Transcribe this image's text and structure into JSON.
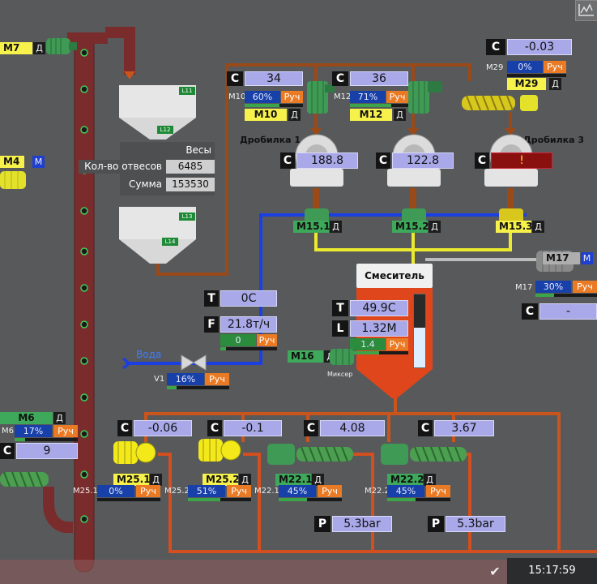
{
  "scale": {
    "label": "Весы",
    "weights_count_label": "Кол-во отвесов",
    "weights_count": "6485",
    "sum_label": "Сумма",
    "sum": "153530",
    "level_tags": [
      "L11",
      "L12",
      "L13",
      "L14"
    ]
  },
  "motors": {
    "m7": {
      "name": "M7",
      "mode": "Д"
    },
    "m4": {
      "name": "M4",
      "mode": "М"
    },
    "m6": {
      "name": "M6",
      "mode": "Д",
      "short": "M6",
      "pct": "17%",
      "manual": "Руч"
    },
    "m10": {
      "name": "M10",
      "mode": "Д",
      "short": "M10",
      "pct": "60%",
      "manual": "Руч",
      "c_label": "C",
      "c_value": "34"
    },
    "m12": {
      "name": "M12",
      "mode": "Д",
      "short": "M12",
      "pct": "71%",
      "manual": "Руч",
      "c_label": "C",
      "c_value": "36"
    },
    "m29": {
      "name": "M29",
      "mode": "Д",
      "short": "M29",
      "pct": "0%",
      "manual": "Руч",
      "c_label": "C",
      "c_value": "-0.03"
    },
    "m15_1": {
      "name": "M15.1",
      "mode": "Д"
    },
    "m15_2": {
      "name": "M15.2",
      "mode": "Д"
    },
    "m15_3": {
      "name": "M15.3",
      "mode": "Д"
    },
    "m17": {
      "name": "M17",
      "mode": "М",
      "short": "M17",
      "pct": "30%",
      "manual": "Руч",
      "c_label": "C",
      "c_value": "-"
    },
    "m16": {
      "name": "M16",
      "mode": "Д",
      "sub": "Миксер"
    },
    "m25_1": {
      "name": "M25.1",
      "mode": "Д",
      "short": "M25.1",
      "pct": "0%",
      "manual": "Руч",
      "c_label": "C",
      "c_value": "-0.06"
    },
    "m25_2": {
      "name": "M25.2",
      "mode": "Д",
      "short": "M25.2",
      "pct": "51%",
      "manual": "Руч",
      "c_label": "C",
      "c_value": "-0.1"
    },
    "m22_1": {
      "name": "M22.1",
      "mode": "Д",
      "short": "M22.1",
      "pct": "45%",
      "manual": "Руч",
      "c_label": "C",
      "c_value": "4.08"
    },
    "m22_2": {
      "name": "M22.2",
      "mode": "Д",
      "short": "M22.2",
      "pct": "45%",
      "manual": "Руч",
      "c_label": "C",
      "c_value": "3.67"
    }
  },
  "crushers": [
    {
      "title": "Дробилка 1",
      "c_label": "C",
      "c_value": "188.8"
    },
    {
      "title": "",
      "c_label": "C",
      "c_value": "122.8"
    },
    {
      "title": "Дробилка 3",
      "c_label": "C",
      "c_value": "!"
    }
  ],
  "left_c": {
    "label": "C",
    "value": "9"
  },
  "water": {
    "label": "Вода",
    "t_label": "T",
    "t_value": "0C",
    "f_label": "F",
    "f_value": "21.8т/ч",
    "f_set": "0",
    "f_manual": "Руч",
    "valve": "V1",
    "valve_pct": "16%",
    "valve_manual": "Руч"
  },
  "mixer": {
    "title": "Смеситель",
    "t_label": "T",
    "t_value": "49.9C",
    "l_label": "L",
    "l_value": "1.32M",
    "l_set": "1.4",
    "l_manual": "Руч",
    "level_fraction": 0.55
  },
  "pressure": [
    {
      "label": "P",
      "value": "5.3bar"
    },
    {
      "label": "P",
      "value": "5.3bar"
    }
  ],
  "status": {
    "time": "15:17:59"
  },
  "colors": {
    "background": "#57595b",
    "pipe_orange": "#c9551d",
    "water_blue": "#1b3fe0",
    "feed_yellow": "#ecea2e",
    "motor_green": "#3f9a55",
    "value_lilac": "#a9a8e8"
  }
}
